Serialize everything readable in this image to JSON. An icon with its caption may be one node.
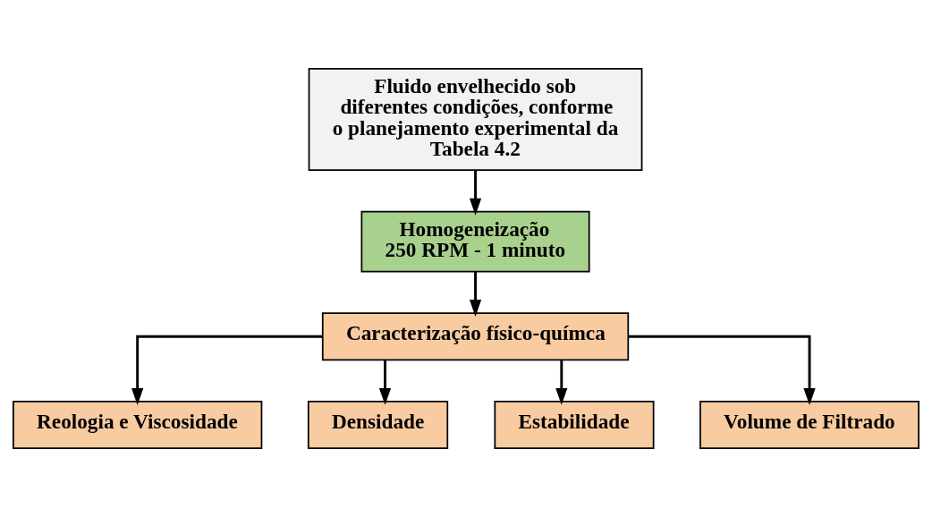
{
  "diagram": {
    "nodes": [
      {
        "text": [
          "Fluido envelhecido sob diferentes condições, conforme o planejamento experimental da Tabela 4.2"
        ]
      },
      {
        "text": [
          "Homogeneização",
          "250 RPM - 1 minuto"
        ]
      },
      {
        "text": [
          "Caracterização físico-químca"
        ]
      },
      {
        "text": [
          "Reologia e Viscosidade"
        ]
      },
      {
        "text": [
          "Densidade"
        ]
      },
      {
        "text": [
          "Estabilidade"
        ]
      },
      {
        "text": [
          "Volume de Filtrado"
        ]
      }
    ],
    "edges": [
      {
        "from": 0,
        "to": 1,
        "arrow": "to"
      },
      {
        "from": 1,
        "to": 2,
        "arrow": "to"
      },
      {
        "from": 2,
        "to": 3,
        "arrow": "to"
      },
      {
        "from": 2,
        "to": 4,
        "arrow": "to"
      },
      {
        "from": 2,
        "to": 5,
        "arrow": "to"
      },
      {
        "from": 2,
        "to": 6,
        "arrow": "to"
      }
    ]
  }
}
